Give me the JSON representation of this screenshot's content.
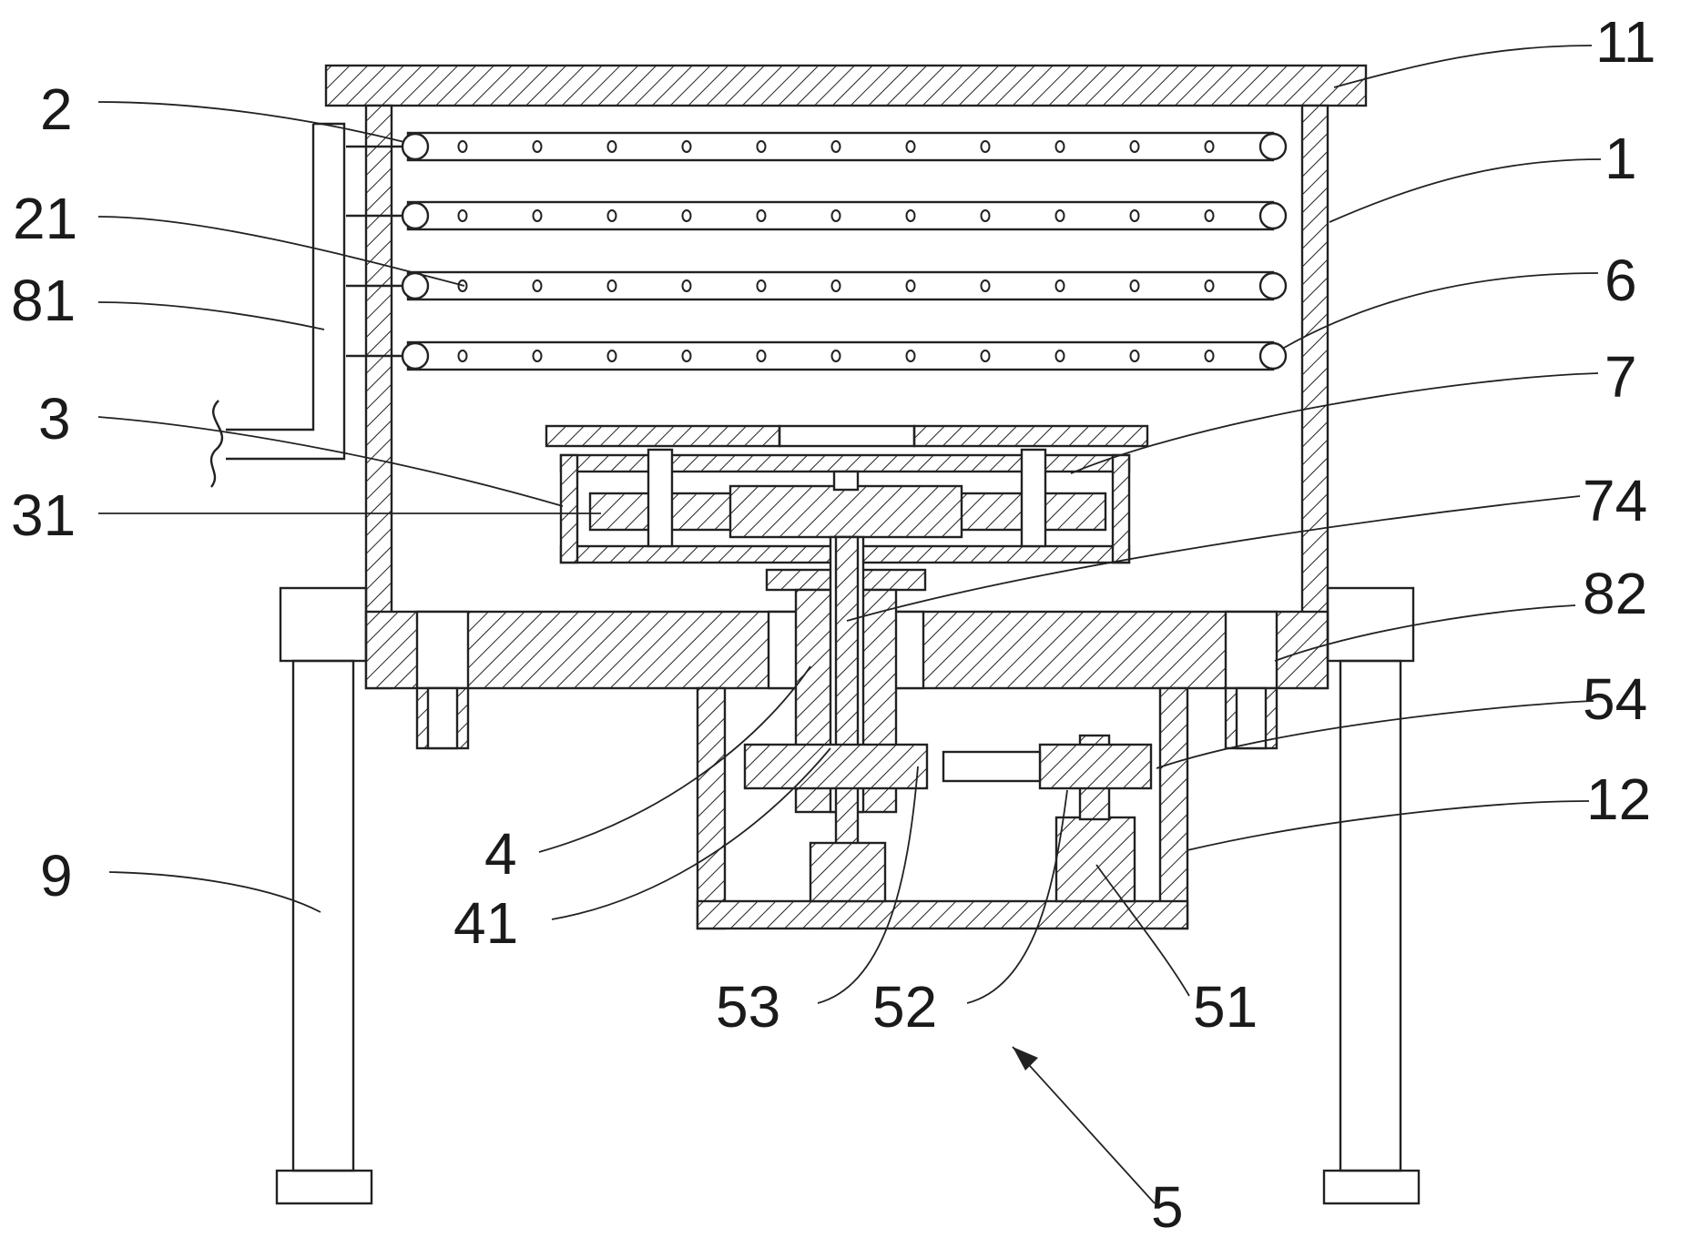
{
  "labels": {
    "l11": "11",
    "l1": "1",
    "l6": "6",
    "l7": "7",
    "l74": "74",
    "l82": "82",
    "l54": "54",
    "l12": "12",
    "l2": "2",
    "l21": "21",
    "l81": "81",
    "l3": "3",
    "l31": "31",
    "l9": "9",
    "l4": "4",
    "l41": "41",
    "l53": "53",
    "l52": "52",
    "l51": "51",
    "l5": "5"
  },
  "colors": {
    "line": "#222222",
    "background": "#ffffff"
  }
}
